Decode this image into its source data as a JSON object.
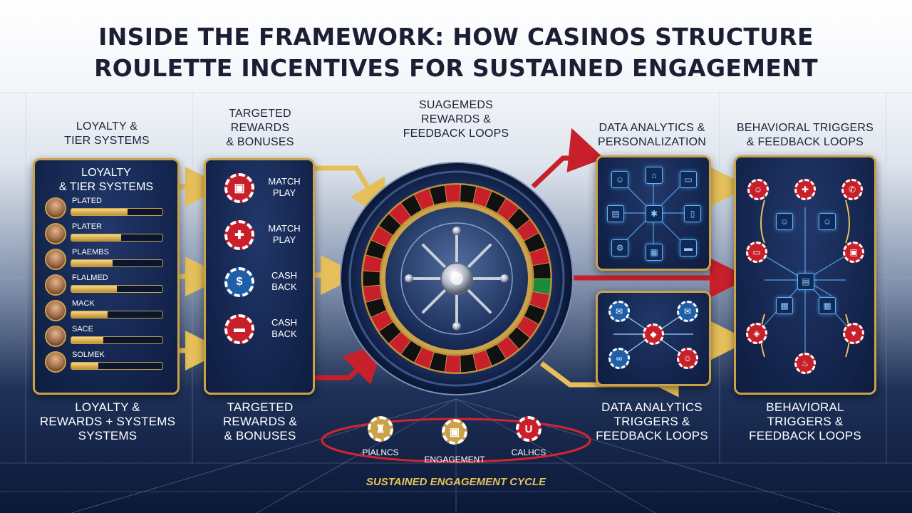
{
  "title": "INSIDE THE FRAMEWORK: HOW CASINOS STRUCTURE\nROULETTE INCENTIVES FOR SUSTAINED ENGAGEMENT",
  "labels": {
    "loyalty_top": "LOYALTY &\nTIER SYSTEMS",
    "targeted_top": "TARGETED\nREWARDS\n& BONUSES",
    "center_top": "SUAGEMEDS\nREWARDS &\nFEEDBACK LOOPS",
    "data_top": "DATA ANALYTICS &\nPERSONALIZATION",
    "behavioral_top": "BEHAVIORAL TRIGGERS\n& FEEDBACK LOOPS",
    "loyalty_bottom": "LOYALTY &\nREWARDS + SYSTEMS\nSYSTEMS",
    "targeted_bottom": "TARGETED\nREWARDS &\n& BONUSES",
    "data_bottom": "DATA ANALYTICS\nTRIGGERS &\nFEEDBACK LOOPS",
    "behavioral_bottom": "BEHAVIORAL\nTRIGGERS &\nFEEDBACK LOOPS"
  },
  "loyalty_panel": {
    "title": "LOYALTY\n& TIER SYSTEMS",
    "players": [
      {
        "name": "PLATED",
        "progress": 0.62
      },
      {
        "name": "PLATER",
        "progress": 0.55
      },
      {
        "name": "PLAEMBS",
        "progress": 0.45
      },
      {
        "name": "FLALMED",
        "progress": 0.5
      },
      {
        "name": "MACK",
        "progress": 0.4
      },
      {
        "name": "SACE",
        "progress": 0.35
      },
      {
        "name": "SOLMEK",
        "progress": 0.3
      }
    ]
  },
  "rewards_panel": {
    "items": [
      {
        "label": "MATCH\nPLAY",
        "color": "red",
        "icon": "ticket-icon"
      },
      {
        "label": "MATCH\nPLAY",
        "color": "red",
        "icon": "plus-icon"
      },
      {
        "label": "CASH\nBACK",
        "color": "blue",
        "icon": "cash-icon"
      },
      {
        "label": "CASH\nBACK",
        "color": "red",
        "icon": "card-icon"
      }
    ]
  },
  "cycle": {
    "title": "SUSTAINED ENGAGEMENT CYCLE",
    "items": [
      {
        "label": "PIALNCS",
        "color": "#c9a24a",
        "icon": "glass-icon"
      },
      {
        "label": "ENGAGEMENT",
        "color": "#c9a24a",
        "icon": "gift-icon"
      },
      {
        "label": "CALHCS",
        "color": "#c8202a",
        "icon": "magnet-icon"
      }
    ]
  },
  "colors": {
    "gold": "#c9a24a",
    "red": "#c8202a",
    "navy": "#13244c",
    "neon_blue": "#5fb4ff"
  }
}
